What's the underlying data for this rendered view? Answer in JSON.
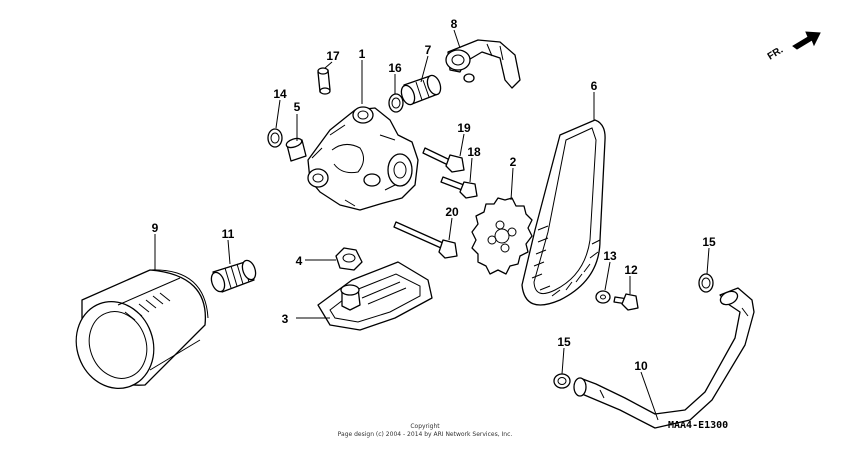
{
  "diagram": {
    "code": "MAA4-E1300",
    "direction_label": "FR.",
    "copyright_line1": "Copyright",
    "copyright_line2": "Page design (c) 2004 - 2014 by ARI Network Services, Inc.",
    "callouts": [
      "1",
      "2",
      "3",
      "4",
      "5",
      "6",
      "7",
      "8",
      "9",
      "10",
      "11",
      "12",
      "13",
      "14",
      "15",
      "15",
      "16",
      "17",
      "18",
      "19",
      "20"
    ],
    "parts": [
      {
        "number": "1",
        "icon": "oil-pump-icon"
      },
      {
        "number": "2",
        "icon": "sprocket-icon"
      },
      {
        "number": "3",
        "icon": "oil-strainer-icon"
      },
      {
        "number": "4",
        "icon": "grommet-icon"
      },
      {
        "number": "5",
        "icon": "dowel-pin-icon"
      },
      {
        "number": "6",
        "icon": "drive-chain-icon"
      },
      {
        "number": "7",
        "icon": "collar-icon"
      },
      {
        "number": "8",
        "icon": "oil-pipe-icon"
      },
      {
        "number": "9",
        "icon": "oil-filter-icon"
      },
      {
        "number": "10",
        "icon": "oil-pipe-icon"
      },
      {
        "number": "11",
        "icon": "bolt-icon"
      },
      {
        "number": "12",
        "icon": "bolt-icon"
      },
      {
        "number": "13",
        "icon": "washer-icon"
      },
      {
        "number": "14",
        "icon": "o-ring-icon"
      },
      {
        "number": "15",
        "icon": "o-ring-icon"
      },
      {
        "number": "16",
        "icon": "o-ring-icon"
      },
      {
        "number": "17",
        "icon": "dowel-pin-icon"
      },
      {
        "number": "18",
        "icon": "bolt-icon"
      },
      {
        "number": "19",
        "icon": "bolt-icon"
      },
      {
        "number": "20",
        "icon": "bolt-icon"
      }
    ]
  }
}
